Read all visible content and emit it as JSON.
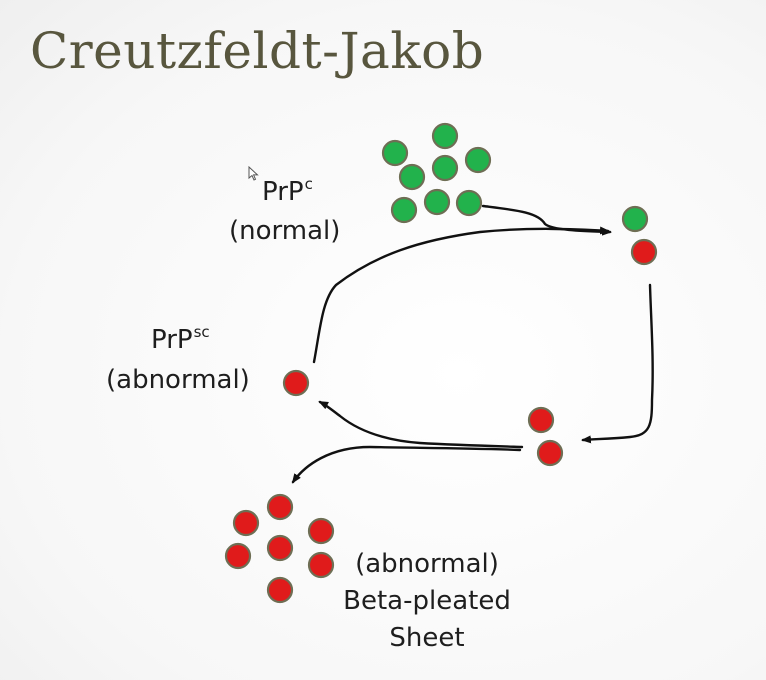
{
  "slide": {
    "title": "Creutzfeldt-Jakob"
  },
  "labels": {
    "prpc_main": "PrP",
    "prpc_sup": "c",
    "prpc_note": "(normal)",
    "prpsc_main": "PrP",
    "prpsc_sup": "sc",
    "prpsc_note": "(abnormal)",
    "sheet_line1": "(abnormal)",
    "sheet_line2": "Beta-pleated",
    "sheet_line3": "Sheet"
  },
  "colors": {
    "normal_protein": "#22b24c",
    "abnormal_protein": "#e01b1b",
    "protein_outline": "#6e6e54",
    "title": "#58563e",
    "arrow": "#111111"
  },
  "icons": {
    "cursor": "mouse-pointer-icon"
  }
}
